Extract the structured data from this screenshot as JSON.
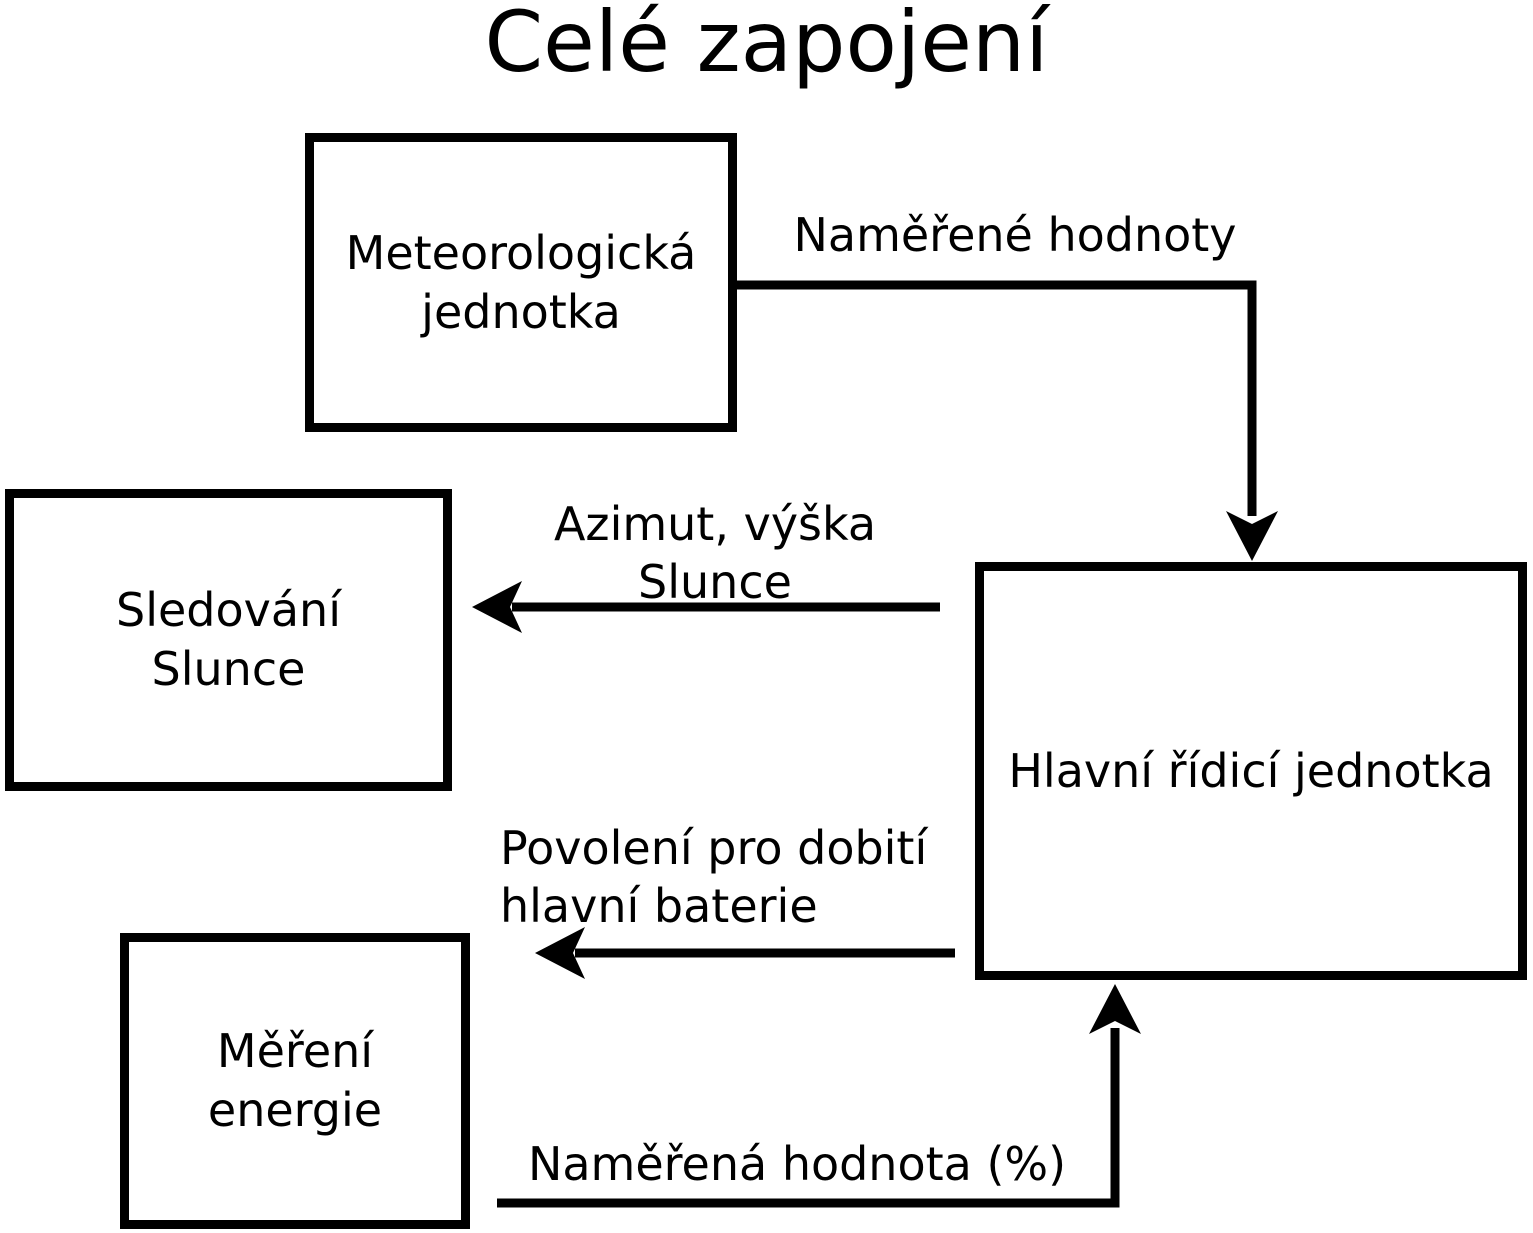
{
  "title": "Celé zapojení",
  "colors": {
    "ink": "#000000",
    "background": "#ffffff"
  },
  "nodes": {
    "meteo_unit": {
      "label": "Meteorologická\njednotka"
    },
    "sun_tracking": {
      "label": "Sledování\nSlunce"
    },
    "energy_measurement": {
      "label": "Měření\nenergie"
    },
    "main_control_unit": {
      "label": "Hlavní řídicí jednotka"
    }
  },
  "edges": {
    "measured_values": {
      "label": "Naměřené hodnoty",
      "from": "meteo_unit",
      "to": "main_control_unit"
    },
    "sun_position": {
      "label": "Azimut, výška Slunce",
      "from": "main_control_unit",
      "to": "sun_tracking"
    },
    "charge_permission": {
      "label": "Povolení pro dobití\nhlavní baterie",
      "from": "main_control_unit",
      "to": "energy_measurement"
    },
    "measured_percentage": {
      "label": "Naměřená hodnota (%)",
      "from": "energy_measurement",
      "to": "main_control_unit"
    }
  }
}
